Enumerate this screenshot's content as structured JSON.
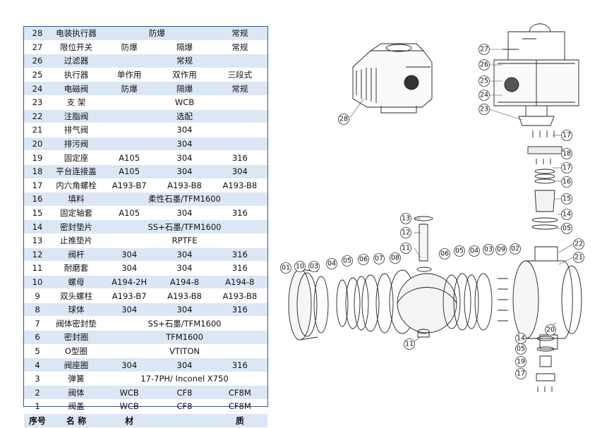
{
  "header": {
    "no": "序号",
    "name": "名 称",
    "material": "材",
    "material2": "质"
  },
  "rows": [
    {
      "no": "28",
      "name": "电装执行器",
      "m": [
        "防爆",
        "常规"
      ]
    },
    {
      "no": "27",
      "name": "限位开关",
      "m": [
        "防爆",
        "隔爆",
        "常规"
      ]
    },
    {
      "no": "26",
      "name": "过滤器",
      "m": [
        "常规"
      ]
    },
    {
      "no": "25",
      "name": "执行器",
      "m": [
        "单作用",
        "双作用",
        "三段式"
      ]
    },
    {
      "no": "24",
      "name": "电磁阀",
      "m": [
        "防爆",
        "隔爆",
        "常规"
      ]
    },
    {
      "no": "23",
      "name": "支 架",
      "m": [
        "WCB"
      ]
    },
    {
      "no": "22",
      "name": "注脂阀",
      "m": [
        "选配"
      ]
    },
    {
      "no": "21",
      "name": "排气阀",
      "m": [
        "304"
      ]
    },
    {
      "no": "20",
      "name": "排污阀",
      "m": [
        "304"
      ]
    },
    {
      "no": "19",
      "name": "固定座",
      "m": [
        "A105",
        "304",
        "316"
      ]
    },
    {
      "no": "18",
      "name": "平台连接盖",
      "m": [
        "A105",
        "304",
        "304"
      ]
    },
    {
      "no": "17",
      "name": "内六角螺栓",
      "m": [
        "A193-B7",
        "A193-B8",
        "A193-B8"
      ]
    },
    {
      "no": "16",
      "name": "填料",
      "m": [
        "柔性石墨/TFM1600"
      ]
    },
    {
      "no": "15",
      "name": "固定轴套",
      "m": [
        "A105",
        "304",
        "316"
      ]
    },
    {
      "no": "14",
      "name": "密封垫片",
      "m": [
        "SS+石墨/TFM1600"
      ]
    },
    {
      "no": "13",
      "name": "止推垫片",
      "m": [
        "RPTFE"
      ]
    },
    {
      "no": "12",
      "name": "阀杆",
      "m": [
        "304",
        "304",
        "316"
      ]
    },
    {
      "no": "11",
      "name": "耐磨套",
      "m": [
        "304",
        "304",
        "316"
      ]
    },
    {
      "no": "10",
      "name": "螺母",
      "m": [
        "A194-2H",
        "A194-8",
        "A194-8"
      ]
    },
    {
      "no": "9",
      "name": "双头螺柱",
      "m": [
        "A193-B7",
        "A193-B8",
        "A193-B8"
      ]
    },
    {
      "no": "8",
      "name": "球体",
      "m": [
        "304",
        "304",
        "316"
      ]
    },
    {
      "no": "7",
      "name": "阀体密封垫",
      "m": [
        "SS+石墨/TFM1600"
      ]
    },
    {
      "no": "6",
      "name": "密封圈",
      "m": [
        "TFM1600"
      ]
    },
    {
      "no": "5",
      "name": "O型圈",
      "m": [
        "VTITON"
      ]
    },
    {
      "no": "4",
      "name": "阀座圈",
      "m": [
        "304",
        "304",
        "316"
      ]
    },
    {
      "no": "3",
      "name": "弹簧",
      "m": [
        "17-7PH/ Inconel X750"
      ]
    },
    {
      "no": "2",
      "name": "阀体",
      "m": [
        "WCB",
        "CF8",
        "CF8M"
      ]
    },
    {
      "no": "1",
      "name": "阀盖",
      "m": [
        "WCB",
        "CF8",
        "CF8M"
      ]
    }
  ],
  "callouts": {
    "c28": "28",
    "c27": "27",
    "c26": "26",
    "c25": "25",
    "c24": "24",
    "c23": "23",
    "c17a": "17",
    "c18": "18",
    "c17b": "17",
    "c16": "16",
    "c15": "15",
    "c14a": "14",
    "c05a": "05",
    "c13": "13",
    "c12": "12",
    "c11a": "11",
    "c22": "22",
    "c21": "21",
    "c01": "01",
    "c10": "10",
    "c03a": "03",
    "c04a": "04",
    "c05b": "05",
    "c06a": "06",
    "c07": "07",
    "c08": "08",
    "c06b": "06",
    "c05c": "05",
    "c04b": "04",
    "c03b": "03",
    "c09": "09",
    "c02": "02",
    "c20": "20",
    "c11b": "11",
    "c14b": "14",
    "c05d": "05",
    "c19": "19",
    "c17c": "17"
  },
  "colors": {
    "border": "#2d5a8e",
    "band": "#dbe7f4",
    "line": "#222222"
  }
}
